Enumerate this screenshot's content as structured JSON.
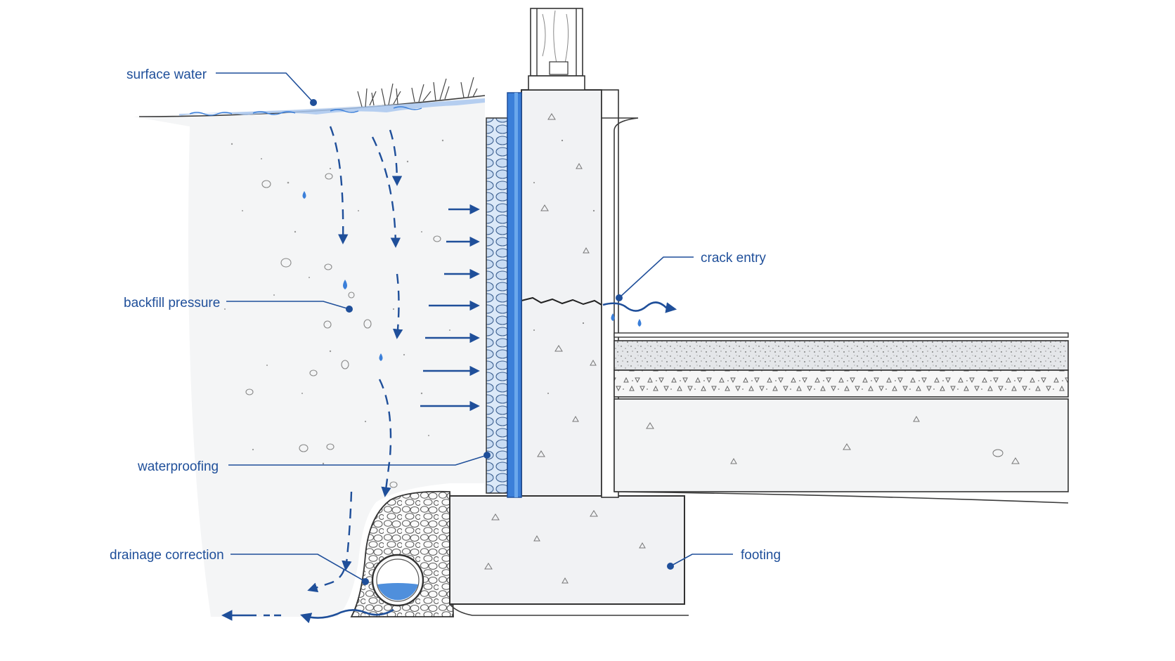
{
  "labels": {
    "surface_water": "surface water",
    "backfill_pressure": "backfill pressure",
    "waterproofing": "waterproofing",
    "drainage_correction": "drainage correction",
    "crack_entry": "crack entry",
    "footing": "footing"
  },
  "colors": {
    "accent_blue": "#1f4f9a",
    "water_blue": "#4f8fdc",
    "membrane_blue": "#3b7fd9",
    "concrete": "#f1f2f4",
    "soil": "#f5f6f7",
    "outline": "#3a3a3a"
  }
}
